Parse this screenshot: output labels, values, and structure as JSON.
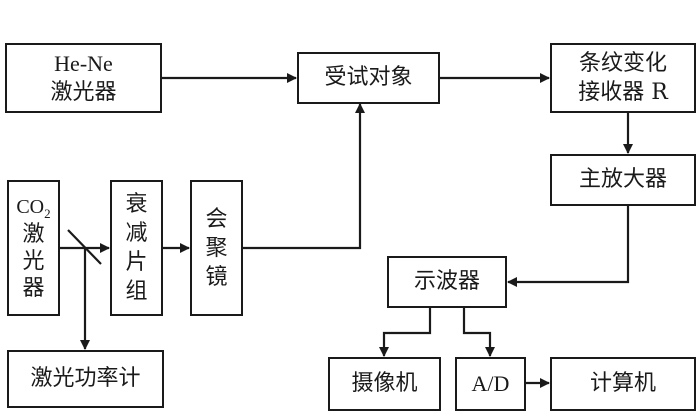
{
  "diagram": {
    "type": "block-diagram",
    "nodes": {
      "hene_laser": {
        "line1": "He-Ne",
        "line2": "激光器"
      },
      "test_object": {
        "label": "受试对象"
      },
      "fringe_receiver": {
        "line1": "条纹变化",
        "line2": "接收器 R"
      },
      "main_amplifier": {
        "label": "主放大器"
      },
      "co2_laser": {
        "formula": "CO",
        "formula_sub": "2",
        "chars": [
          "激",
          "光",
          "器"
        ]
      },
      "attenuator": {
        "chars": [
          "衰",
          "减",
          "片",
          "组"
        ]
      },
      "focusing_mirror": {
        "chars": [
          "会",
          "聚",
          "镜"
        ]
      },
      "power_meter": {
        "label": "激光功率计"
      },
      "oscilloscope": {
        "label": "示波器"
      },
      "camera": {
        "label": "摄像机"
      },
      "ad_converter": {
        "label": "A/D"
      },
      "computer": {
        "label": "计算机"
      }
    },
    "edges": [
      {
        "from": "He-Ne 激光器",
        "to": "受试对象"
      },
      {
        "from": "受试对象",
        "to": "条纹变化接收器 R"
      },
      {
        "from": "条纹变化接收器 R",
        "to": "主放大器"
      },
      {
        "from": "主放大器",
        "to": "示波器"
      },
      {
        "from": "CO2激光器",
        "to": "衰减片组",
        "via": "beam splitter"
      },
      {
        "from": "beam splitter",
        "to": "激光功率计"
      },
      {
        "from": "衰减片组",
        "to": "会聚镜"
      },
      {
        "from": "会聚镜",
        "to": "受试对象"
      },
      {
        "from": "示波器",
        "to": "摄像机"
      },
      {
        "from": "示波器",
        "to": "A/D"
      },
      {
        "from": "A/D",
        "to": "计算机"
      }
    ]
  }
}
